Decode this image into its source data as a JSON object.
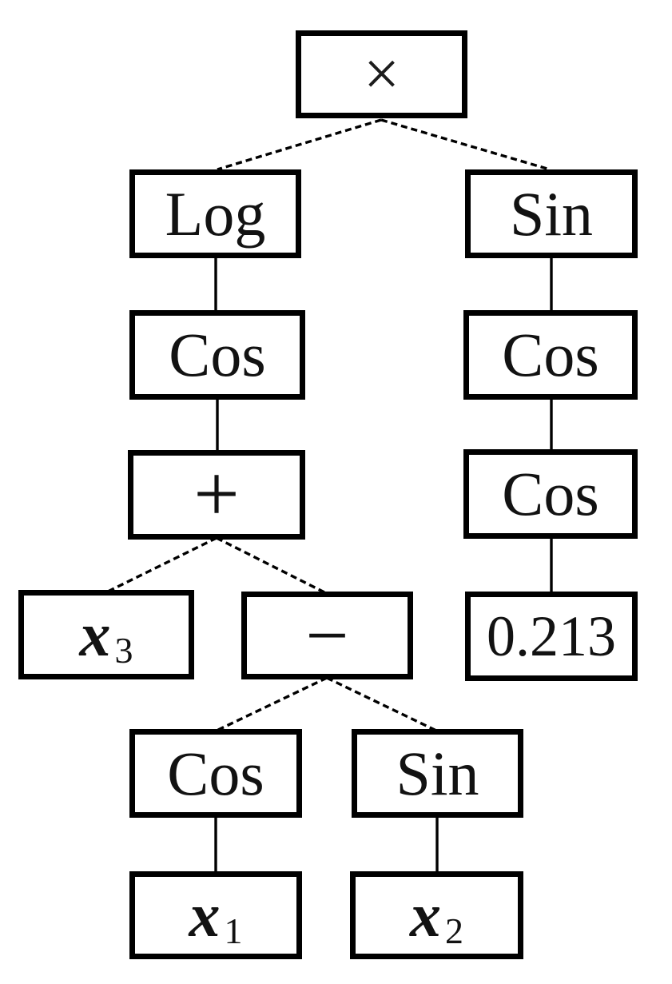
{
  "diagram": {
    "type": "expression-tree",
    "colors": {
      "background": "#ffffff",
      "box_border": "#000000",
      "box_fill": "#ffffff",
      "text": "#121212",
      "edge": "#000000"
    },
    "nodes": {
      "multiply": {
        "label": "×",
        "type": "operator"
      },
      "log": {
        "label": "Log",
        "type": "function"
      },
      "sin_right": {
        "label": "Sin",
        "type": "function"
      },
      "cos_left": {
        "label": "Cos",
        "type": "function"
      },
      "cos_right_1": {
        "label": "Cos",
        "type": "function"
      },
      "plus": {
        "label": "+",
        "type": "operator"
      },
      "cos_right_2": {
        "label": "Cos",
        "type": "function"
      },
      "x3": {
        "label": "x",
        "sub": "3",
        "type": "variable"
      },
      "minus": {
        "label": "−",
        "type": "operator"
      },
      "const_0213": {
        "label": "0.213",
        "type": "constant"
      },
      "cos_bottom": {
        "label": "Cos",
        "type": "function"
      },
      "sin_bottom": {
        "label": "Sin",
        "type": "function"
      },
      "x1": {
        "label": "x",
        "sub": "1",
        "type": "variable"
      },
      "x2": {
        "label": "x",
        "sub": "2",
        "type": "variable"
      }
    },
    "edges": [
      {
        "from": "multiply",
        "to": "log",
        "style": "dashed"
      },
      {
        "from": "multiply",
        "to": "sin_right",
        "style": "dashed"
      },
      {
        "from": "log",
        "to": "cos_left",
        "style": "solid"
      },
      {
        "from": "cos_left",
        "to": "plus",
        "style": "solid"
      },
      {
        "from": "plus",
        "to": "x3",
        "style": "dashed"
      },
      {
        "from": "plus",
        "to": "minus",
        "style": "dashed"
      },
      {
        "from": "minus",
        "to": "cos_bottom",
        "style": "dashed"
      },
      {
        "from": "minus",
        "to": "sin_bottom",
        "style": "dashed"
      },
      {
        "from": "cos_bottom",
        "to": "x1",
        "style": "solid"
      },
      {
        "from": "sin_bottom",
        "to": "x2",
        "style": "solid"
      },
      {
        "from": "sin_right",
        "to": "cos_right_1",
        "style": "solid"
      },
      {
        "from": "cos_right_1",
        "to": "cos_right_2",
        "style": "solid"
      },
      {
        "from": "cos_right_2",
        "to": "const_0213",
        "style": "solid"
      }
    ]
  }
}
